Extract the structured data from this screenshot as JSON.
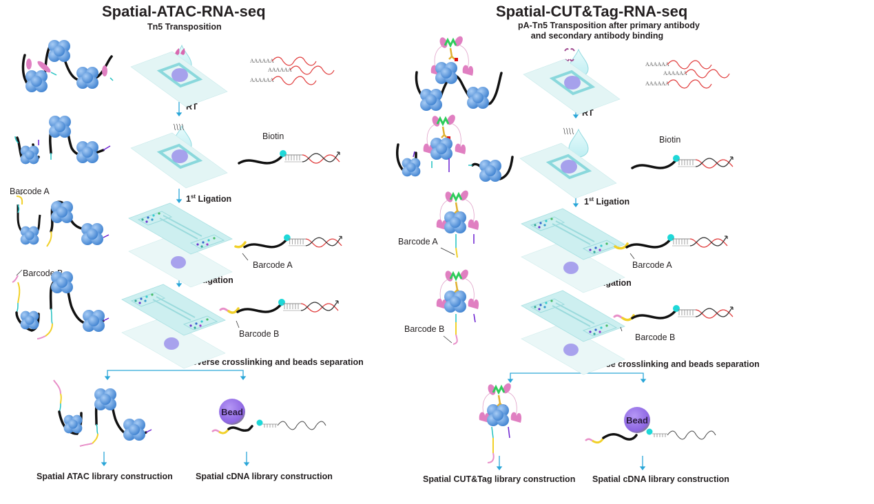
{
  "panels": [
    {
      "id": "atac",
      "title": "Spatial-ATAC-RNA-seq",
      "subtitle_lines": [
        "Tn5 Transposition"
      ],
      "steps": [
        {
          "label": "RT",
          "sup": ""
        },
        {
          "label": " Ligation",
          "prefix": "1",
          "sup": "st"
        },
        {
          "label": " Ligation",
          "prefix": "2",
          "sup": "nd"
        },
        {
          "label": "Reverse crosslinking and beads separation",
          "sup": ""
        }
      ],
      "labels": {
        "biotin": "Biotin",
        "barcode_a_left": "Barcode A",
        "barcode_a_right": "Barcode A",
        "barcode_b_left": "Barcode B",
        "barcode_b_right": "Barcode B",
        "polyA": "AAAAAA",
        "bead": "Bead"
      },
      "finals": [
        "Spatial ATAC library construction",
        "Spatial cDNA library construction"
      ]
    },
    {
      "id": "cuttag",
      "title": "Spatial-CUT&Tag-RNA-seq",
      "subtitle_lines": [
        "pA-Tn5 Transposition after primary antibody",
        "and secondary antibody binding"
      ],
      "steps": [
        {
          "label": "RT",
          "sup": ""
        },
        {
          "label": " Ligation",
          "prefix": "1",
          "sup": "st"
        },
        {
          "label": " Ligation",
          "prefix": "2",
          "sup": "nd"
        },
        {
          "label": "Reverse crosslinking and beads separation",
          "sup": ""
        }
      ],
      "labels": {
        "biotin": "Biotin",
        "barcode_a_left": "Barcode A",
        "barcode_a_right": "Barcode A",
        "barcode_b_left": "Barcode B",
        "barcode_b_right": "Barcode B",
        "polyA": "AAAAAA",
        "bead": "Bead"
      },
      "finals": [
        "Spatial CUT&Tag library construction",
        "Spatial cDNA library construction"
      ]
    }
  ],
  "colors": {
    "nucleosome": "#5b9be0",
    "dna": "#111111",
    "arrow": "#2aa6d8",
    "slide": "#dff3f3",
    "chamber": "#8ad8dc",
    "tissue": "#8c7ee8",
    "tn5": "#e07fc1",
    "rna": "#e03a3a",
    "biotin": "#1ed8d8",
    "barcode_a": "#f1d028",
    "barcode_b": "#e88fc8",
    "adapter_cyan": "#1fc0c0",
    "adapter_purple": "#6a1fd0",
    "bead": "#9a73ea",
    "antibody_green": "#2ecc5a",
    "antibody_gold": "#e0b030",
    "target_red": "#e01010"
  }
}
